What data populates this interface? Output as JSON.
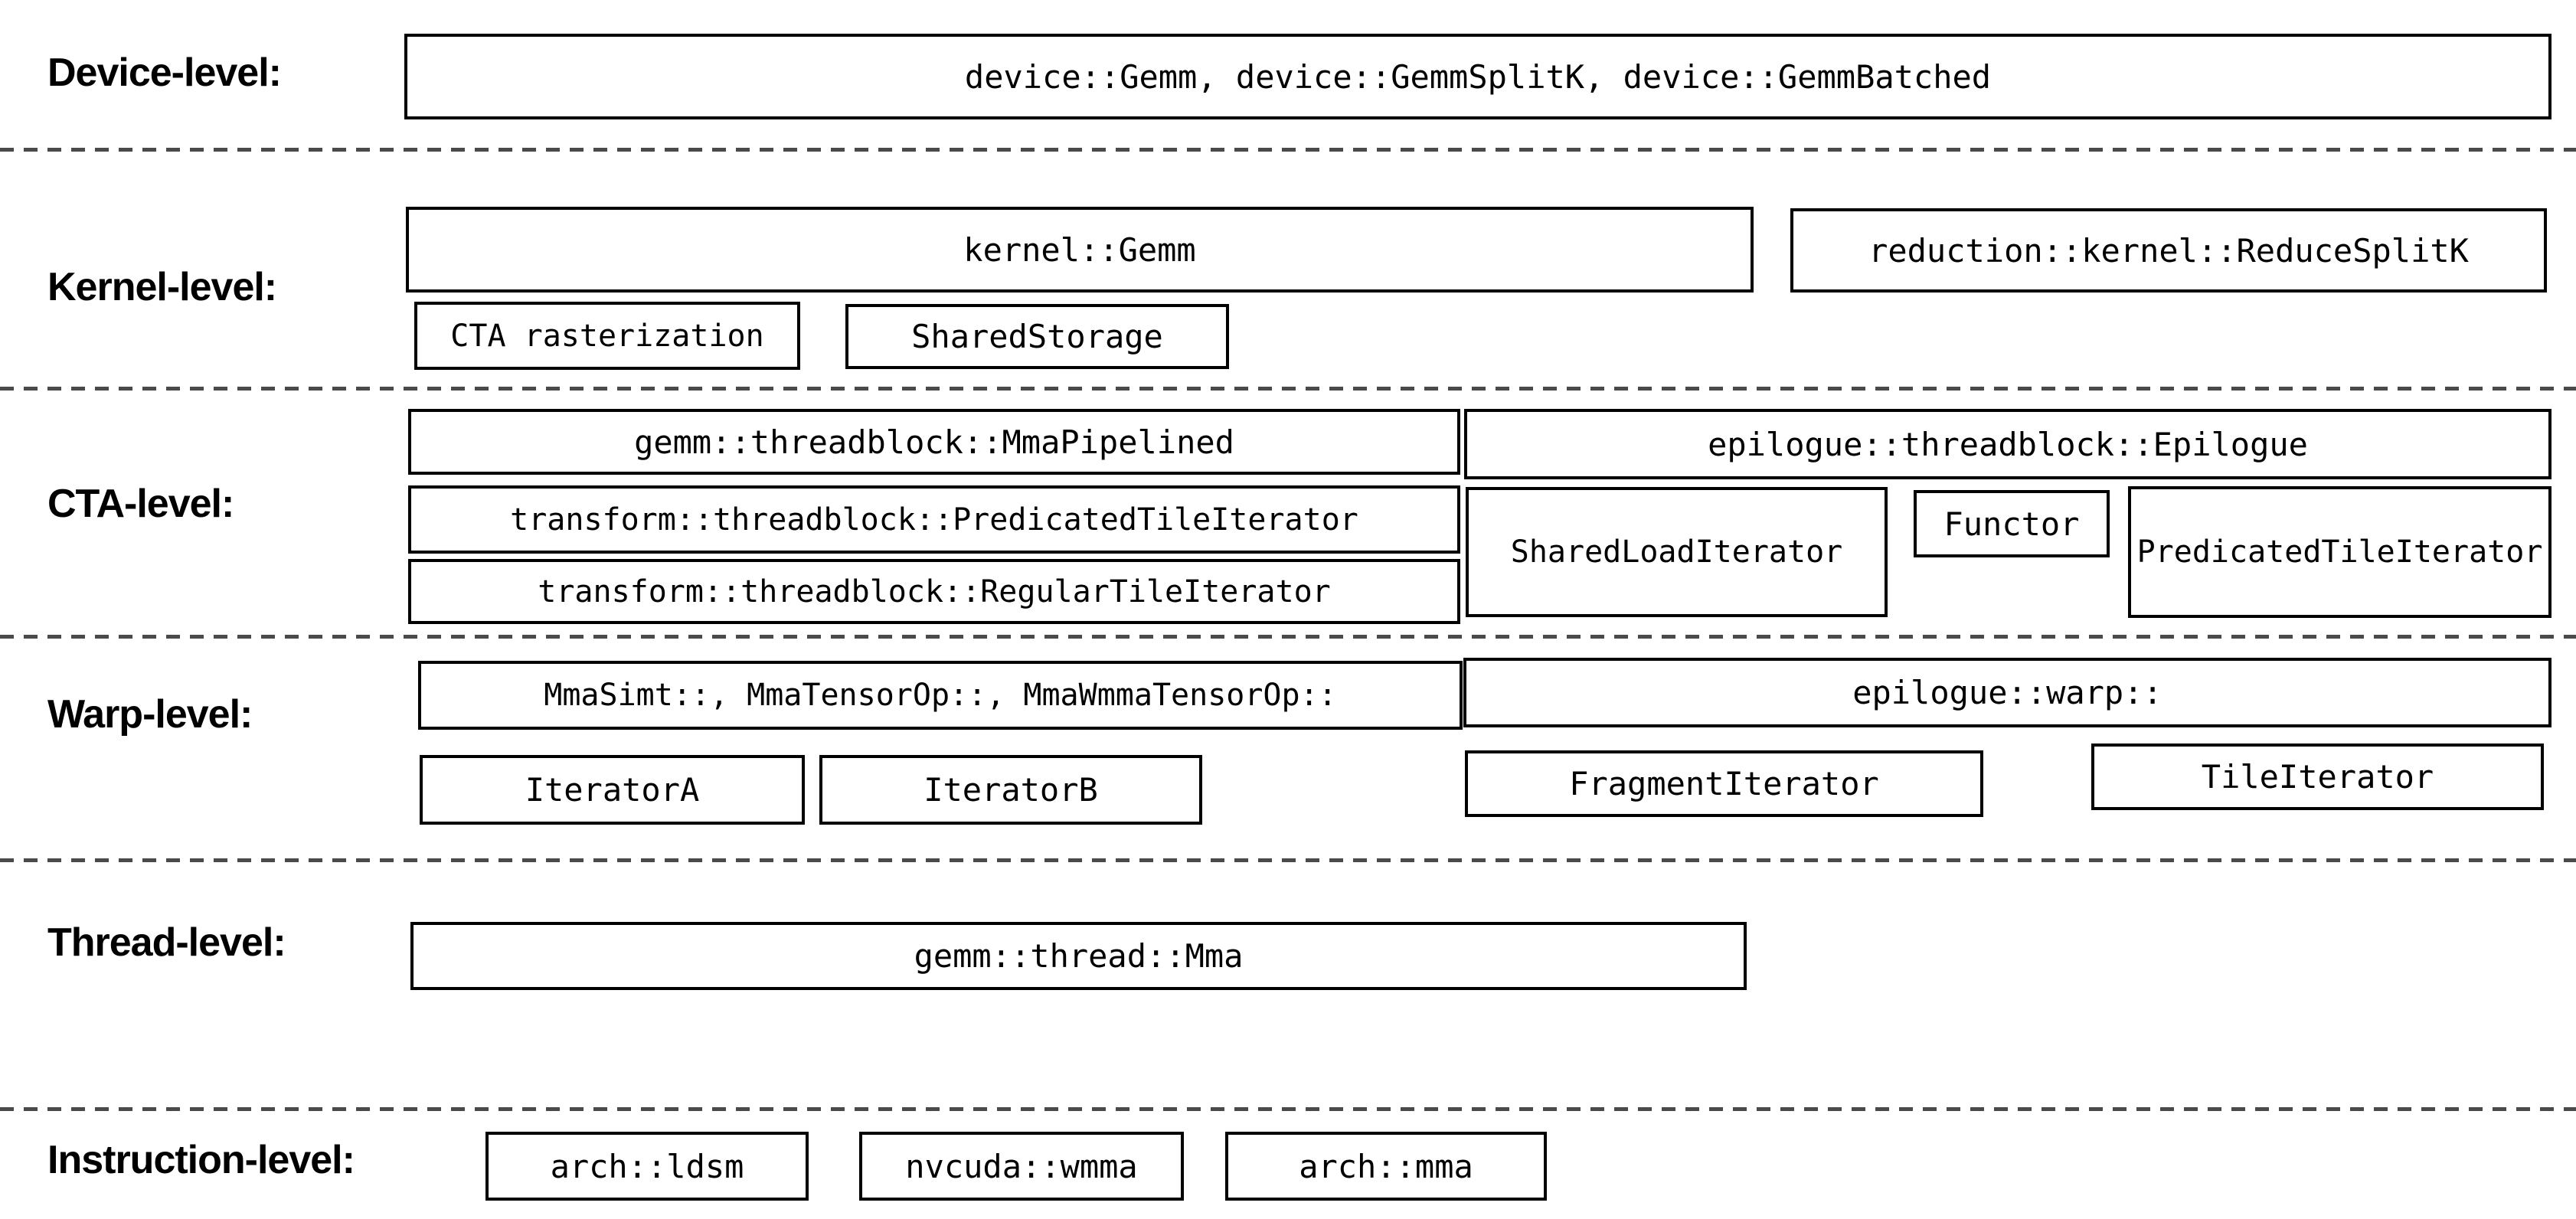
{
  "colors": {
    "background": "#ffffff",
    "box_border": "#000000",
    "text": "#000000",
    "separator_dash": "#4a4a4a"
  },
  "levels": {
    "device": {
      "label": "Device-level:",
      "boxes": {
        "main": "device::Gemm, device::GemmSplitK, device::GemmBatched"
      }
    },
    "kernel": {
      "label": "Kernel-level:",
      "boxes": {
        "gemm": "kernel::Gemm",
        "reduce_splitk": "reduction::kernel::ReduceSplitK",
        "cta_rasterization": "CTA rasterization",
        "shared_storage": "SharedStorage"
      }
    },
    "cta": {
      "label": "CTA-level:",
      "boxes": {
        "mma_pipelined": "gemm::threadblock::MmaPipelined",
        "predicated_tile_iterator": "transform::threadblock::PredicatedTileIterator",
        "regular_tile_iterator": "transform::threadblock::RegularTileIterator",
        "epilogue": "epilogue::threadblock::Epilogue",
        "shared_load_iterator": "SharedLoadIterator",
        "functor": "Functor",
        "epilogue_predicated_tile_iterator": "PredicatedTileIterator"
      }
    },
    "warp": {
      "label": "Warp-level:",
      "boxes": {
        "mma": "MmaSimt::, MmaTensorOp::, MmaWmmaTensorOp::",
        "iterator_a": "IteratorA",
        "iterator_b": "IteratorB",
        "epilogue_warp": "epilogue::warp::",
        "fragment_iterator": "FragmentIterator",
        "tile_iterator": "TileIterator"
      }
    },
    "thread": {
      "label": "Thread-level:",
      "boxes": {
        "mma": "gemm::thread::Mma"
      }
    },
    "instruction": {
      "label": "Instruction-level:",
      "boxes": {
        "ldsm": "arch::ldsm",
        "wmma": "nvcuda::wmma",
        "mma": "arch::mma"
      }
    }
  }
}
